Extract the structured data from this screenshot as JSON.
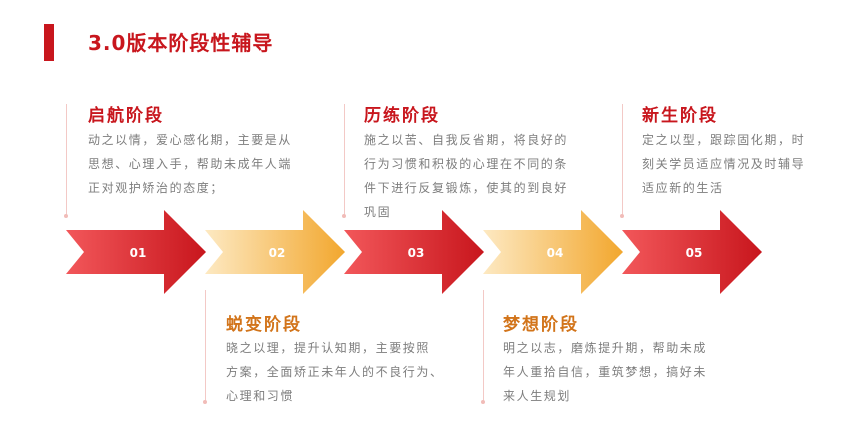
{
  "page_title": "3.0版本阶段性辅导",
  "stages": [
    {
      "number": "01",
      "title": "启航阶段",
      "desc": [
        "动之以情，爱心感化期，主要是从",
        "思想、心理入手，帮助未成年人端",
        "正对观护矫治的态度；"
      ],
      "color": "#c8161d"
    },
    {
      "number": "02",
      "title": "蜕变阶段",
      "desc": [
        "晓之以理，提升认知期，主要按照",
        "方案，全面矫正未年人的不良行为、",
        "心理和习惯"
      ],
      "color": "#d2741a"
    },
    {
      "number": "03",
      "title": "历练阶段",
      "desc": [
        "施之以苦、自我反省期，将良好的",
        "行为习惯和积极的心理在不同的条",
        "件下进行反复锻炼，使其的到良好",
        "巩固"
      ],
      "color": "#c8161d"
    },
    {
      "number": "04",
      "title": "梦想阶段",
      "desc": [
        "明之以志，磨炼提升期，帮助未成",
        "年人重拾自信，重筑梦想，搞好未",
        "来人生规划"
      ],
      "color": "#d2741a"
    },
    {
      "number": "05",
      "title": "新生阶段",
      "desc": [
        "定之以型，跟踪固化期，时",
        "刻关学员适应情况及时辅导",
        "适应新的生活"
      ],
      "color": "#c8161d"
    }
  ]
}
